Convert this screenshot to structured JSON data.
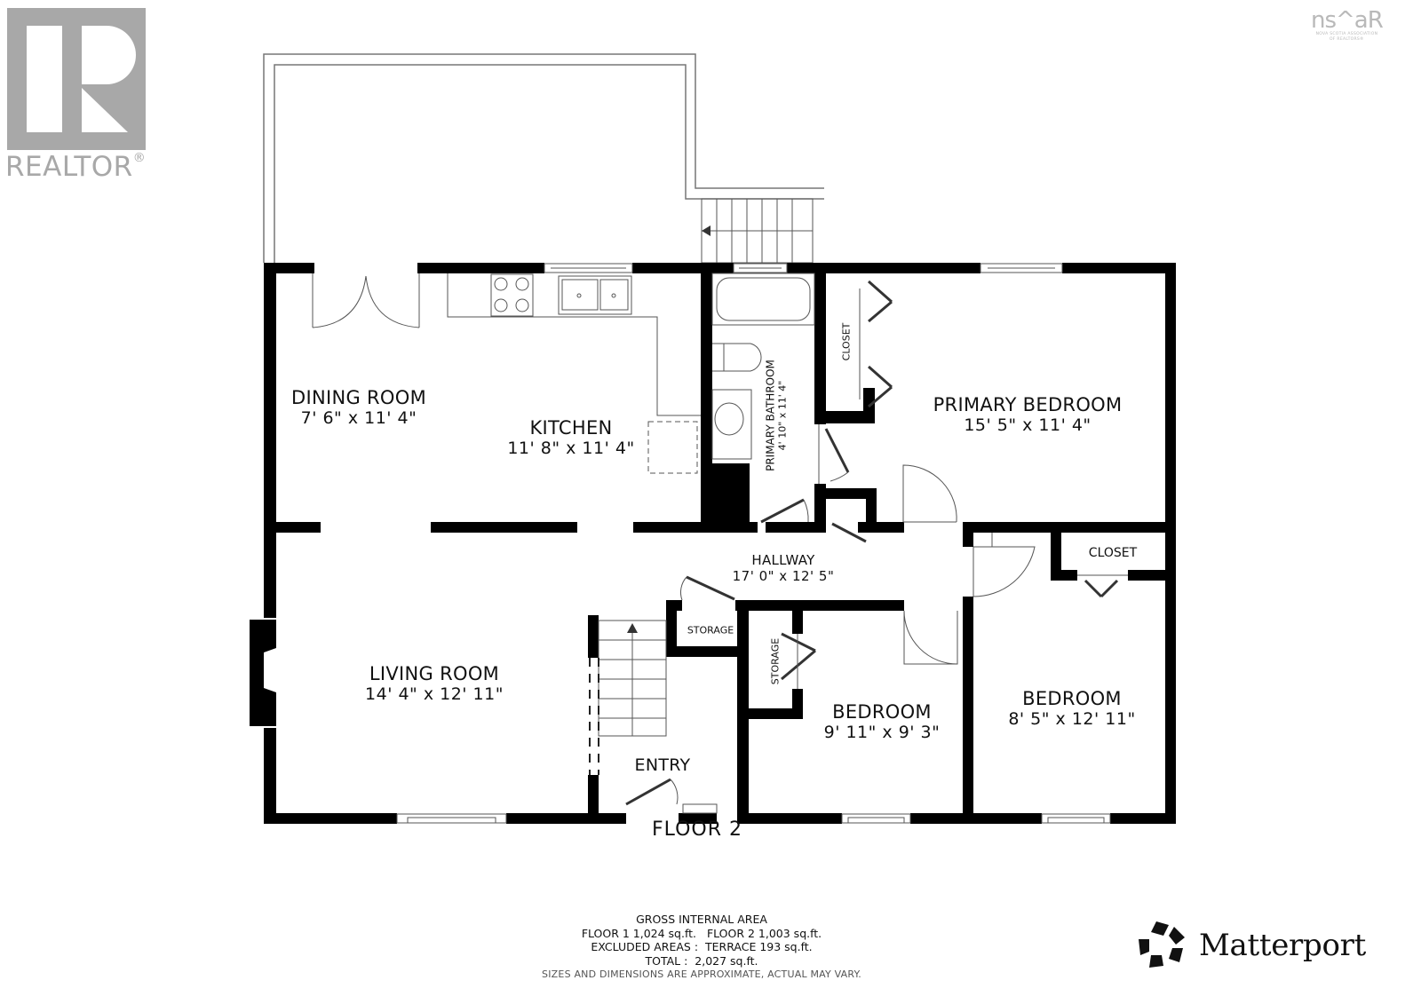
{
  "branding": {
    "realtor_text": "REALTOR",
    "realtor_reg": "®",
    "nsar_main": "ns^aR",
    "nsar_sub_line1": "NOVA SCOTIA ASSOCIATION",
    "nsar_sub_line2": "OF REALTORS®",
    "matterport_text": "Matterport",
    "matterport_reg": "®"
  },
  "floor": {
    "title": "FLOOR 2"
  },
  "rooms": {
    "dining_room": {
      "name": "DINING ROOM",
      "dims": "7' 6\" x 11' 4\""
    },
    "kitchen": {
      "name": "KITCHEN",
      "dims": "11' 8\" x 11' 4\""
    },
    "primary_bathroom": {
      "name": "PRIMARY BATHROOM",
      "dims": "4' 10\" x 11' 4\""
    },
    "primary_closet": {
      "name": "CLOSET"
    },
    "primary_bedroom": {
      "name": "PRIMARY BEDROOM",
      "dims": "15' 5\" x 11' 4\""
    },
    "hallway": {
      "name": "HALLWAY",
      "dims": "17' 0\" x 12' 5\""
    },
    "closet_right": {
      "name": "CLOSET"
    },
    "living_room": {
      "name": "LIVING ROOM",
      "dims": "14' 4\" x 12' 11\""
    },
    "storage_hall": {
      "name": "STORAGE"
    },
    "storage_vertical": {
      "name": "STORAGE"
    },
    "entry": {
      "name": "ENTRY"
    },
    "bedroom_middle": {
      "name": "BEDROOM",
      "dims": "9' 11\" x 9' 3\""
    },
    "bedroom_right": {
      "name": "BEDROOM",
      "dims": "8' 5\" x 12' 11\""
    }
  },
  "area_summary": {
    "heading": "GROSS INTERNAL AREA",
    "floors_line": "FLOOR 1 1,024 sq.ft.   FLOOR 2 1,003 sq.ft.",
    "excluded_line": "EXCLUDED AREAS :  TERRACE 193 sq.ft.",
    "total_line": "TOTAL :  2,027 sq.ft.",
    "disclaimer": "SIZES AND DIMENSIONS ARE APPROXIMATE, ACTUAL MAY VARY."
  },
  "colors": {
    "wall": "#000000",
    "thin_line": "#555555",
    "logo_gray": "#a8a8a8",
    "background": "#ffffff"
  }
}
